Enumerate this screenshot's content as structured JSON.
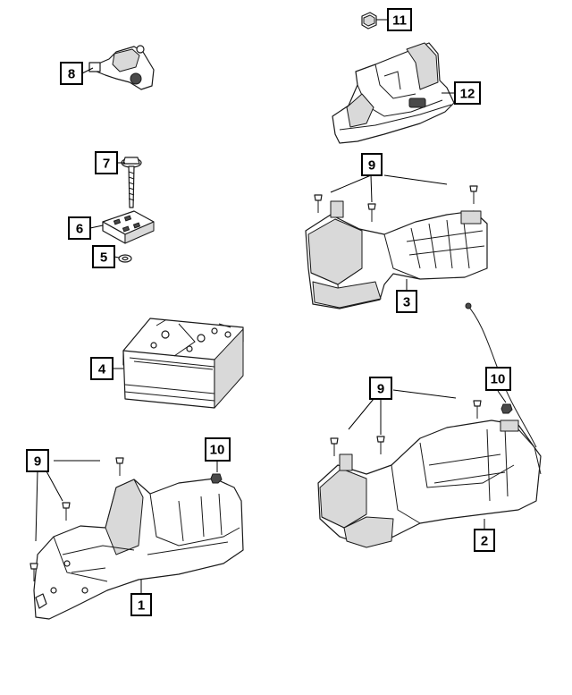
{
  "callouts": [
    {
      "label": "1"
    },
    {
      "label": "2"
    },
    {
      "label": "3"
    },
    {
      "label": "4"
    },
    {
      "label": "5"
    },
    {
      "label": "6"
    },
    {
      "label": "7"
    },
    {
      "label": "8"
    },
    {
      "label": "9"
    },
    {
      "label": "9"
    },
    {
      "label": "9"
    },
    {
      "label": "10"
    },
    {
      "label": "10"
    },
    {
      "label": "11"
    },
    {
      "label": "12"
    }
  ]
}
